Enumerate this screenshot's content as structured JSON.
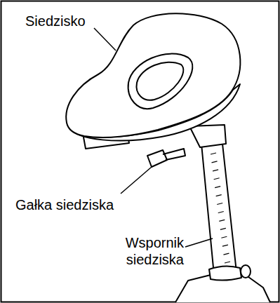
{
  "diagram": {
    "labels": [
      "Siedzisko",
      "Gałka siedziska",
      "Wspornik siedziska"
    ]
  }
}
